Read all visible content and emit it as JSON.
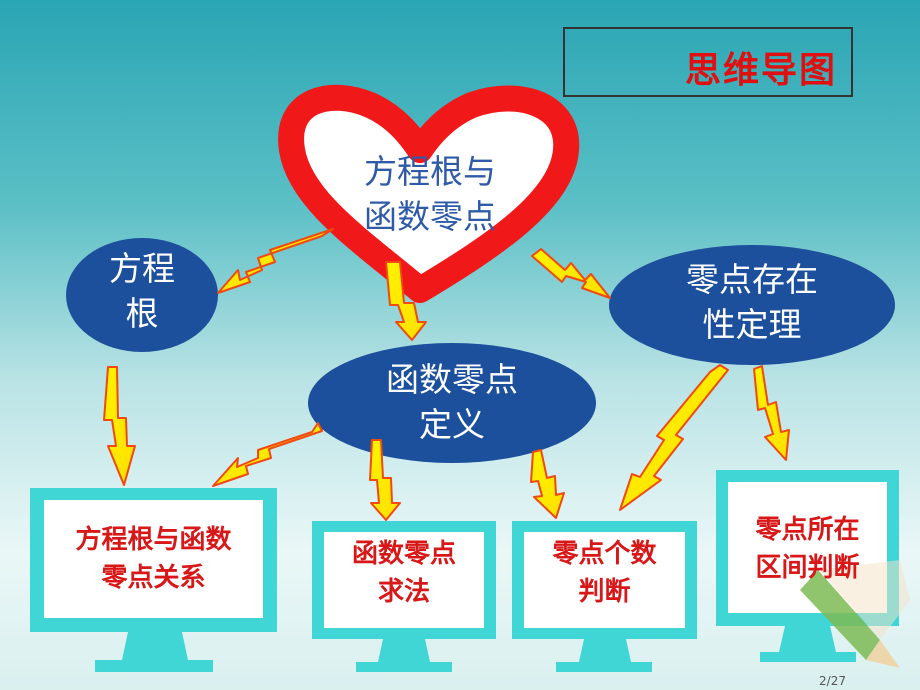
{
  "title": "思维导图",
  "heart": {
    "line1": "方程根与",
    "line2": "函数零点"
  },
  "nodes": {
    "root": {
      "line1": "方程",
      "line2": "根"
    },
    "definition": {
      "line1": "函数零点",
      "line2": "定义"
    },
    "theorem": {
      "line1": "零点存在",
      "line2": "性定理"
    }
  },
  "boxes": {
    "relation": {
      "line1": "方程根与函数",
      "line2": "零点关系"
    },
    "method": {
      "line1": "函数零点",
      "line2": "求法"
    },
    "count": {
      "line1": "零点个数",
      "line2": "判断"
    },
    "interval": {
      "line1": "零点所在",
      "line2": "区间判断"
    }
  },
  "page_number": "2/27",
  "colors": {
    "heart": "#f01818",
    "ellipse": "#1c4f9c",
    "monitor": "#40d6d6",
    "arrow_fill": "#fff000",
    "arrow_edge": "#f04a10",
    "box_text": "#d81818"
  }
}
